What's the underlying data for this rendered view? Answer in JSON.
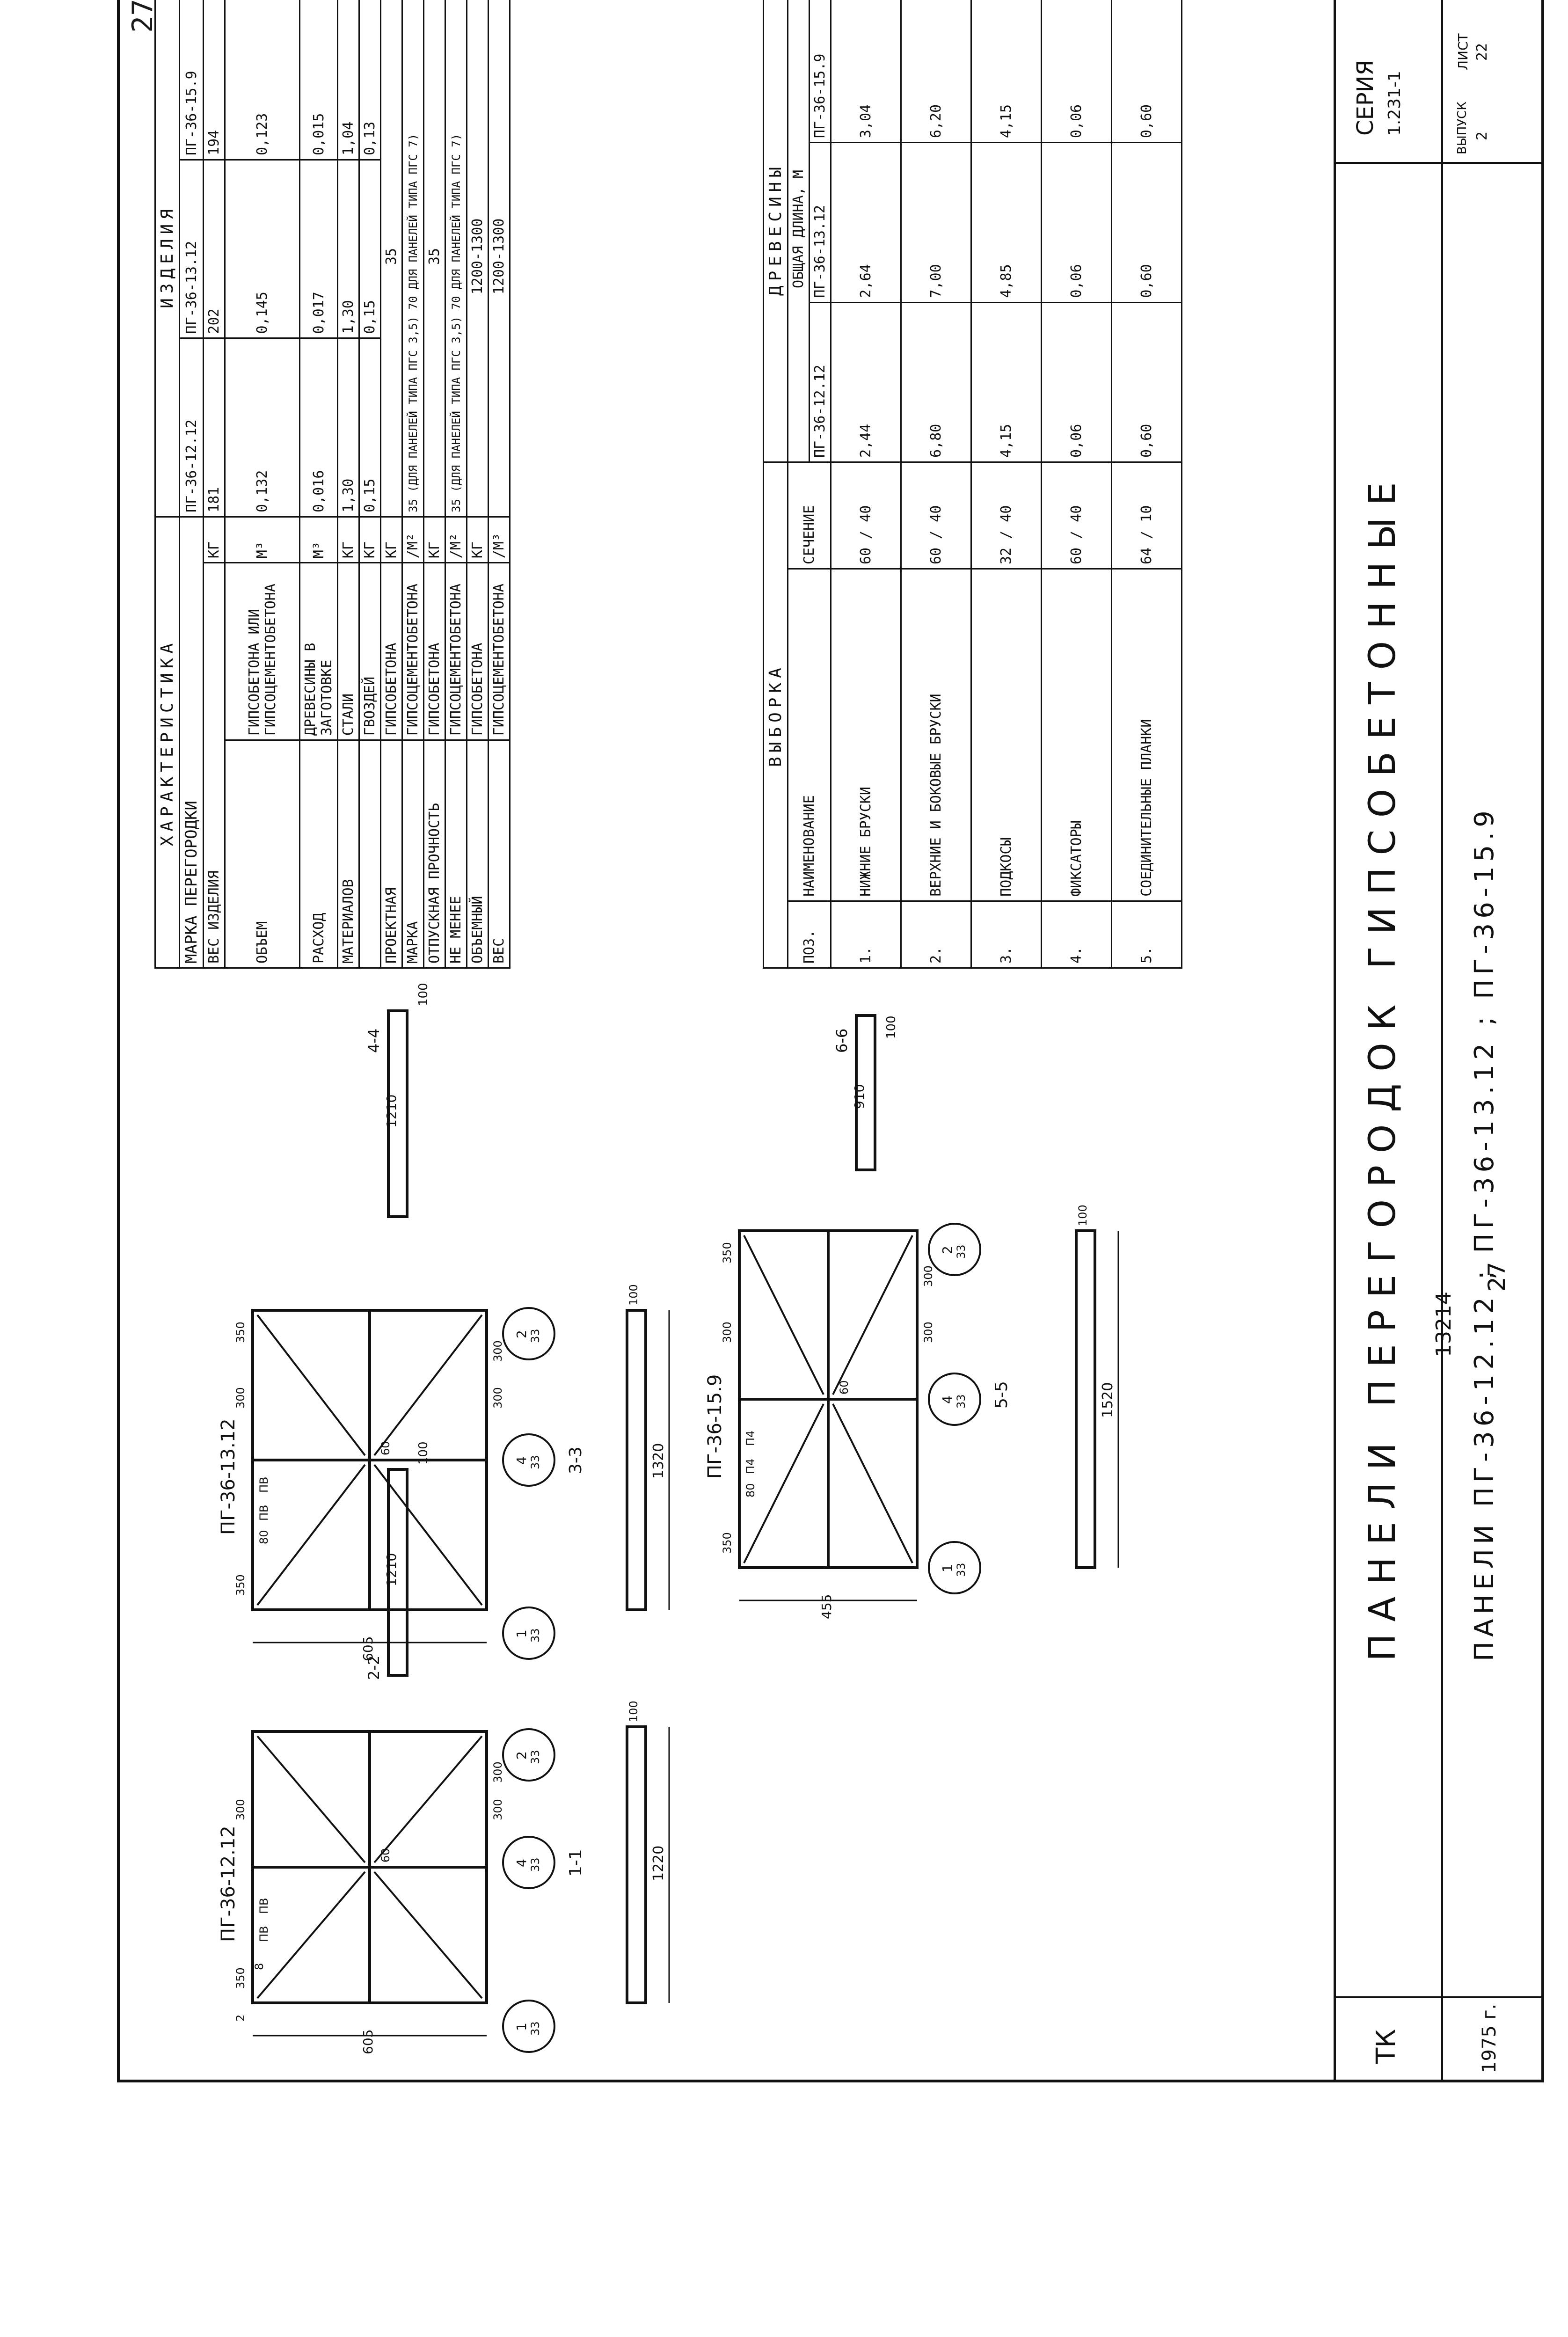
{
  "sheet_number": "27",
  "drawings": {
    "panel_a": {
      "mark": "ПГ-36-12.12",
      "section_label": "1-1",
      "callout_a": {
        "top": "1",
        "bottom": "33"
      },
      "callout_b": {
        "top": "2",
        "bottom": "33"
      },
      "callout_c": {
        "top": "4",
        "bottom": "33"
      },
      "dims": {
        "width": "1220",
        "height": "605",
        "d300a": "300",
        "d300b": "300",
        "d350": "350",
        "d300c": "300",
        "d60": "60",
        "d2": "2",
        "d8": "8"
      },
      "ticks": [
        "ПВ",
        "ПВ"
      ]
    },
    "panel_b": {
      "mark": "ПГ-36-13.12",
      "section_label": "3-3",
      "callout_a": {
        "top": "1",
        "bottom": "33"
      },
      "callout_b": {
        "top": "2",
        "bottom": "33"
      },
      "callout_c": {
        "top": "4",
        "bottom": "33"
      },
      "dims": {
        "width": "1320",
        "height": "605",
        "d300a": "300",
        "d300b": "300",
        "d350a": "350",
        "d350b": "350",
        "d300c": "300",
        "d60": "60",
        "d80": "80"
      },
      "ticks": [
        "ПВ",
        "ПВ"
      ]
    },
    "panel_c": {
      "mark": "ПГ-36-15.9",
      "section_label": "5-5",
      "callout_a": {
        "top": "1",
        "bottom": "33"
      },
      "callout_b": {
        "top": "2",
        "bottom": "33"
      },
      "callout_c": {
        "top": "4",
        "bottom": "33"
      },
      "dims": {
        "width": "1520",
        "height": "455",
        "d300a": "300",
        "d300b": "300",
        "d350a": "350",
        "d350b": "350",
        "d300c": "300",
        "d60": "60",
        "d80": "80"
      },
      "ticks": [
        "П4",
        "П4"
      ]
    },
    "sections": {
      "s22": {
        "label": "2-2",
        "length": "1210",
        "thick": "100"
      },
      "s44": {
        "label": "4-4",
        "length": "1210",
        "thick": "100"
      },
      "s66": {
        "label": "6-6",
        "length": "910",
        "thick": "100"
      },
      "p1_thick": "100",
      "p2_thick": "100",
      "p3_thick": "100"
    }
  },
  "characteristics": {
    "title": "ХАРАКТЕРИСТИКА",
    "group_header": "ИЗДЕЛИЯ",
    "col_mark": "МАРКА ПЕРЕГОРОДКИ",
    "cols": [
      "ПГ-36-12.12",
      "ПГ-36-13.12",
      "ПГ-36-15.9"
    ],
    "rows": [
      {
        "label": "ВЕС ИЗДЕЛИЯ",
        "sub": "",
        "unit": "КГ",
        "v": [
          "181",
          "202",
          "194"
        ]
      },
      {
        "label": "ОБЪЕМ",
        "sub": "ГИПСОБЕТОНА ИЛИ ГИПСОЦЕМЕНТОБЕТОНА",
        "unit": "М³",
        "v": [
          "0,132",
          "0,145",
          "0,123"
        ]
      },
      {
        "label": "РАСХОД",
        "sub": "ДРЕВЕСИНЫ В ЗАГОТОВКЕ",
        "unit": "М³",
        "v": [
          "0,016",
          "0,017",
          "0,015"
        ]
      },
      {
        "label": "МАТЕРИАЛОВ",
        "sub": "СТАЛИ",
        "unit": "КГ",
        "v": [
          "1,30",
          "1,30",
          "1,04"
        ]
      },
      {
        "label": "",
        "sub": "ГВОЗДЕЙ",
        "unit": "КГ",
        "v": [
          "0,15",
          "0,15",
          "0,13"
        ]
      },
      {
        "label": "ПРОЕКТНАЯ",
        "sub": "ГИПСОБЕТОНА",
        "unit": "КГ",
        "merged": "35"
      },
      {
        "label": "МАРКА",
        "sub": "ГИПСОЦЕМЕНТОБЕТОНА",
        "unit": "/М²",
        "merged": "35 (ДЛЯ ПАНЕЛЕЙ ТИПА ПГС 3,5) 70 ДЛЯ ПАНЕЛЕЙ ТИПА ПГС 7)"
      },
      {
        "label": "ОТПУСКНАЯ ПРОЧНОСТЬ",
        "sub": "ГИПСОБЕТОНА",
        "unit": "КГ",
        "merged": "35"
      },
      {
        "label": "НЕ МЕНЕЕ",
        "sub": "ГИПСОЦЕМЕНТОБЕТОНА",
        "unit": "/М²",
        "merged": "35 (ДЛЯ ПАНЕЛЕЙ ТИПА ПГС 3,5) 70 ДЛЯ ПАНЕЛЕЙ ТИПА ПГС 7)"
      },
      {
        "label": "ОБЪЕМНЫЙ",
        "sub": "ГИПСОБЕТОНА",
        "unit": "КГ",
        "merged": "1200-1300"
      },
      {
        "label": "ВЕС",
        "sub": "ГИПСОЦЕМЕНТОБЕТОНА",
        "unit": "/М³",
        "merged": "1200-1300"
      }
    ]
  },
  "selection": {
    "title": "ВЫБОРКА",
    "group_header": "ДРЕВЕСИНЫ",
    "sub_header": "ОБЩАЯ ДЛИНА, М",
    "col_pos": "ПОЗ.",
    "col_name": "НАИМЕНОВАНИЕ",
    "col_section": "СЕЧЕНИЕ",
    "cols": [
      "ПГ-36-12.12",
      "ПГ-36-13.12",
      "ПГ-36-15.9"
    ],
    "rows": [
      {
        "pos": "1.",
        "name": "НИЖНИЕ БРУСКИ",
        "sec": "60 / 40",
        "v": [
          "2,44",
          "2,64",
          "3,04"
        ]
      },
      {
        "pos": "2.",
        "name": "ВЕРХНИЕ И БОКОВЫЕ БРУСКИ",
        "sec": "60 / 40",
        "v": [
          "6,80",
          "7,00",
          "6,20"
        ]
      },
      {
        "pos": "3.",
        "name": "ПОДКОСЫ",
        "sec": "32 / 40",
        "v": [
          "4,15",
          "4,85",
          "4,15"
        ]
      },
      {
        "pos": "4.",
        "name": "ФИКСАТОРЫ",
        "sec": "60 / 40",
        "v": [
          "0,06",
          "0,06",
          "0,06"
        ]
      },
      {
        "pos": "5.",
        "name": "СОЕДИНИТЕЛЬНЫЕ ПЛАНКИ",
        "sec": "64 / 10",
        "v": [
          "0,60",
          "0,60",
          "0,60"
        ]
      }
    ]
  },
  "title_block": {
    "org": "ТК",
    "year": "1975 г.",
    "main_title": "ПАНЕЛИ ПЕРЕГОРОДОК ГИПСОБЕТОННЫЕ",
    "sub_title": "ПАНЕЛИ ПГ-36-12.12 ; ПГ-36-13.12 ; ПГ-36-15.9",
    "series_label": "СЕРИЯ",
    "series_value": "1.231-1",
    "issue_label": "ВЫПУСК",
    "issue_value": "2",
    "sheet_label": "ЛИСТ",
    "sheet_value": "22"
  },
  "margin_notes": {
    "bottom_right": "13214",
    "corner": "27"
  }
}
